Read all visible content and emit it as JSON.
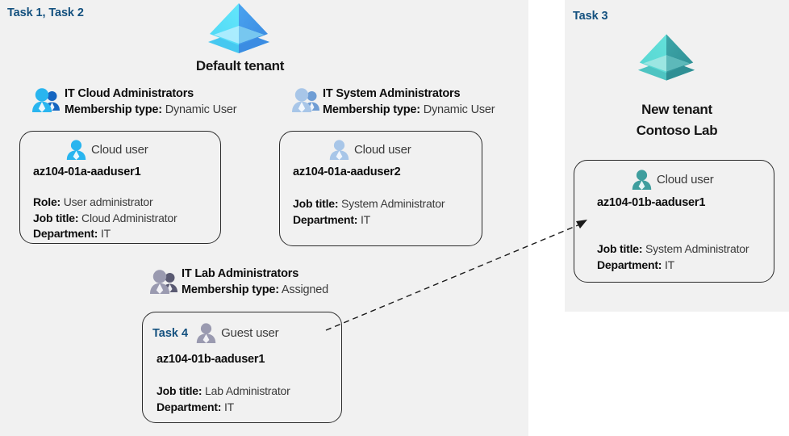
{
  "panels": {
    "left": {
      "task_label": "Task 1, Task 2"
    },
    "right": {
      "task_label": "Task 3"
    }
  },
  "tenants": [
    {
      "name": "default",
      "label": "Default tenant",
      "icon": "azure-ad-pyramid-icon",
      "color": "#3fa9f5"
    },
    {
      "name": "new",
      "label_line1": "New  tenant",
      "label_line2": "Contoso Lab",
      "icon": "azure-ad-pyramid-icon",
      "color": "#4bbfbf"
    }
  ],
  "groups": [
    {
      "id": "it-cloud-administrators",
      "title": "IT Cloud Administrators",
      "membership_label": "Membership type:",
      "membership_value": "Dynamic User",
      "icon": "group-people-icon",
      "icon_color": "#29b5ef"
    },
    {
      "id": "it-system-administrators",
      "title": "IT System Administrators",
      "membership_label": "Membership type:",
      "membership_value": "Dynamic User",
      "icon": "group-people-icon",
      "icon_color": "#9cc0e8"
    },
    {
      "id": "it-lab-administrators",
      "title": "IT Lab Administrators",
      "membership_label": "Membership type:",
      "membership_value": "Assigned",
      "icon": "group-people-icon",
      "icon_color": "#8d8da8"
    }
  ],
  "cards": [
    {
      "id": "az104-01a-aaduser1",
      "user_type": "Cloud user",
      "user_icon": "cloud-user-icon",
      "icon_color": "#29b5ef",
      "name": "az104-01a-aaduser1",
      "props": [
        {
          "label": "Role:",
          "value": "User administrator"
        },
        {
          "label": "Job title:",
          "value": "Cloud Administrator"
        },
        {
          "label": "Department:",
          "value": "IT"
        }
      ]
    },
    {
      "id": "az104-01a-aaduser2",
      "user_type": "Cloud user",
      "user_icon": "cloud-user-icon",
      "icon_color": "#9cc0e8",
      "name": "az104-01a-aaduser2",
      "props": [
        {
          "label": "Job title:",
          "value": "System Administrator"
        },
        {
          "label": "Department:",
          "value": "IT"
        }
      ]
    },
    {
      "id": "az104-01b-aaduser1-guest",
      "task_label": "Task 4",
      "user_type": "Guest user",
      "user_icon": "guest-user-icon",
      "icon_color": "#8d8da8",
      "name": "az104-01b-aaduser1",
      "props": [
        {
          "label": "Job title:",
          "value": "Lab Administrator"
        },
        {
          "label": "Department:",
          "value": "IT"
        }
      ]
    },
    {
      "id": "az104-01b-aaduser1-new-tenant",
      "user_type": "Cloud user",
      "user_icon": "cloud-user-icon",
      "icon_color": "#3f9e9e",
      "name": "az104-01b-aaduser1",
      "props": [
        {
          "label": "Job title:",
          "value": "System Administrator"
        },
        {
          "label": "Department:",
          "value": "IT"
        }
      ]
    }
  ],
  "connector": {
    "name": "guest-user-invite-arrow",
    "style": "dashed",
    "from": "az104-01b-aaduser1-guest",
    "to": "az104-01b-aaduser1-new-tenant",
    "color": "#1a1a1a"
  }
}
